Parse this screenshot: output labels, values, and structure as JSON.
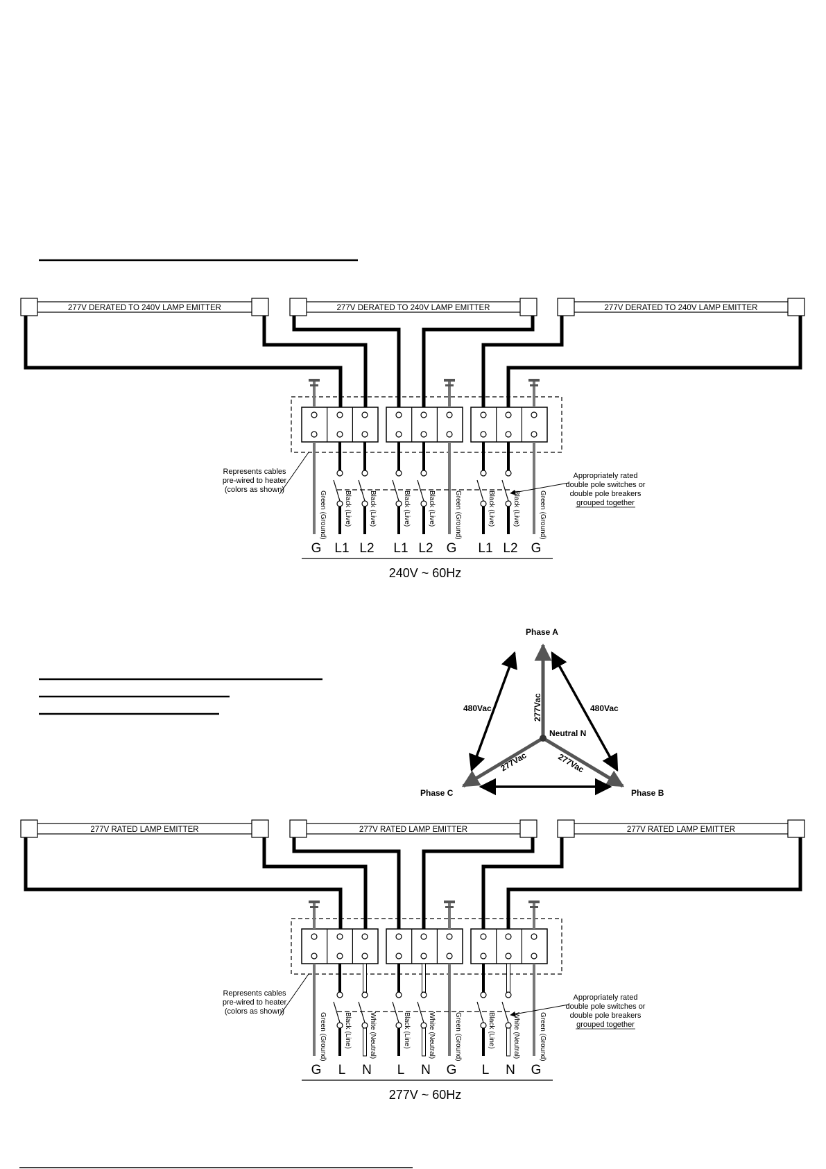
{
  "diagram1": {
    "lamp_labels": [
      "277V DERATED TO 240V LAMP EMITTER",
      "277V DERATED TO 240V LAMP EMITTER",
      "277V DERATED TO 240V LAMP EMITTER"
    ],
    "wire_labels": [
      "Green (Ground)",
      "Black (Live)",
      "Black (Live)",
      "Black (Live)",
      "Black (Live)",
      "Green (Ground)",
      "Black (Live)",
      "Black (Live)",
      "Green (Ground)"
    ],
    "terminal_labels": [
      "G",
      "L1",
      "L2",
      "L1",
      "L2",
      "G",
      "L1",
      "L2",
      "G"
    ],
    "supply": "240V ~ 60Hz",
    "note_cables": [
      "Represents cables",
      "pre-wired to heater",
      "(colors as shown)"
    ],
    "note_switches": [
      "Appropriately rated",
      "double pole switches or",
      "double pole breakers",
      "grouped together"
    ]
  },
  "diagram2": {
    "lamp_labels": [
      "277V RATED LAMP EMITTER",
      "277V RATED LAMP EMITTER",
      "277V RATED LAMP EMITTER"
    ],
    "wire_labels": [
      "Green (Ground)",
      "Black (Line)",
      "White (Neutral)",
      "Black (Line)",
      "White (Neutral)",
      "Green (Ground)",
      "Black (Line)",
      "White (Neutral)",
      "Green (Ground)"
    ],
    "terminal_labels": [
      "G",
      "L",
      "N",
      "L",
      "N",
      "G",
      "L",
      "N",
      "G"
    ],
    "supply": "277V ~ 60Hz",
    "note_cables": [
      "Represents cables",
      "pre-wired to heater",
      "(colors as shown)"
    ],
    "note_switches": [
      "Appropriately rated",
      "double pole switches or",
      "double pole breakers",
      "grouped together"
    ]
  },
  "phase": {
    "phase_a": "Phase A",
    "phase_b": "Phase B",
    "phase_c": "Phase C",
    "neutral": "Neutral N",
    "line_to_line_left": "480Vac",
    "line_to_line_right": "480Vac",
    "line_to_neutral_a": "277Vac",
    "line_to_neutral_c": "277Vac",
    "line_to_neutral_b": "277Vac"
  }
}
